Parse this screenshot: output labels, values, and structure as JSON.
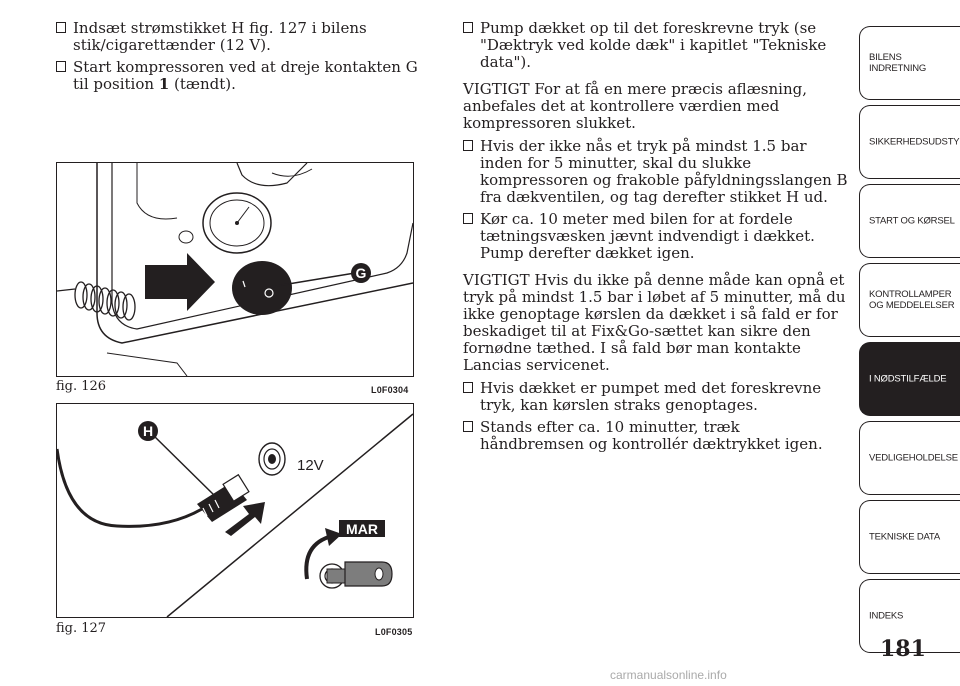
{
  "left_column": {
    "bullets": [
      "Indsæt strømstikket H fig. 127 i bilens stik/cigarettænder (12 V).",
      "Start kompressoren ved at dreje kontakten G til"
    ],
    "bullet2_tail_a": "position ",
    "bullet2_bold": "1",
    "bullet2_tail_b": " (tændt)."
  },
  "figures": [
    {
      "label": "fig. 126",
      "code": "L0F0304",
      "callout": "G"
    },
    {
      "label": "fig. 127",
      "code": "L0F0305",
      "callout": "H",
      "text_12v": "12V",
      "badge": "MAR"
    }
  ],
  "right_column": {
    "bullet_pump": "Pump dækket op til det foreskrevne tryk (se \"Dæktryk ved kolde dæk\" i kapitlet \"Tekniske data\").",
    "vigtigt1": "VIGTIGT For at få en mere præcis aflæsning, anbefales det at kontrollere værdien med kompressoren slukket.",
    "bullets_mid": [
      "Hvis der ikke nås et tryk på mindst 1.5 bar inden for 5 minutter, skal du slukke kompressoren og frakoble påfyldningsslangen B fra dækventilen, og tag derefter stikket H ud.",
      "Kør ca. 10 meter med bilen for at fordele tætningsvæsken jævnt indvendigt i dækket. Pump derefter dækket igen."
    ],
    "vigtigt2": "VIGTIGT Hvis du ikke på denne måde kan opnå et tryk på mindst 1.5 bar i løbet af 5 minutter, må du ikke genoptage kørslen da dækket i så fald er for beskadiget til at Fix&Go-sættet kan sikre den fornødne tæthed. I så fald bør man kontakte Lancias servicenet.",
    "bullets_end": [
      "Hvis dækket er pumpet med det foreskrevne tryk, kan kørslen straks genoptages.",
      "Stands efter ca. 10 minutter, træk håndbremsen og kontrollér dæktrykket igen."
    ]
  },
  "tabs": [
    {
      "line1": "BILENS",
      "line2": "INDRETNING"
    },
    {
      "line1": "SIKKERHEDSUDSTYR",
      "line2": ""
    },
    {
      "line1": "START OG KØRSEL",
      "line2": ""
    },
    {
      "line1": "KONTROLLAMPER",
      "line2": "OG MEDDELELSER"
    },
    {
      "line1": "I NØDSTILFÆLDE",
      "line2": ""
    },
    {
      "line1": "VEDLIGEHOLDELSE",
      "line2": ""
    },
    {
      "line1": "TEKNISKE DATA",
      "line2": ""
    },
    {
      "line1": "INDEKS",
      "line2": ""
    }
  ],
  "active_tab_index": 4,
  "page_number": "181",
  "watermark": "carmanualsonline.info"
}
